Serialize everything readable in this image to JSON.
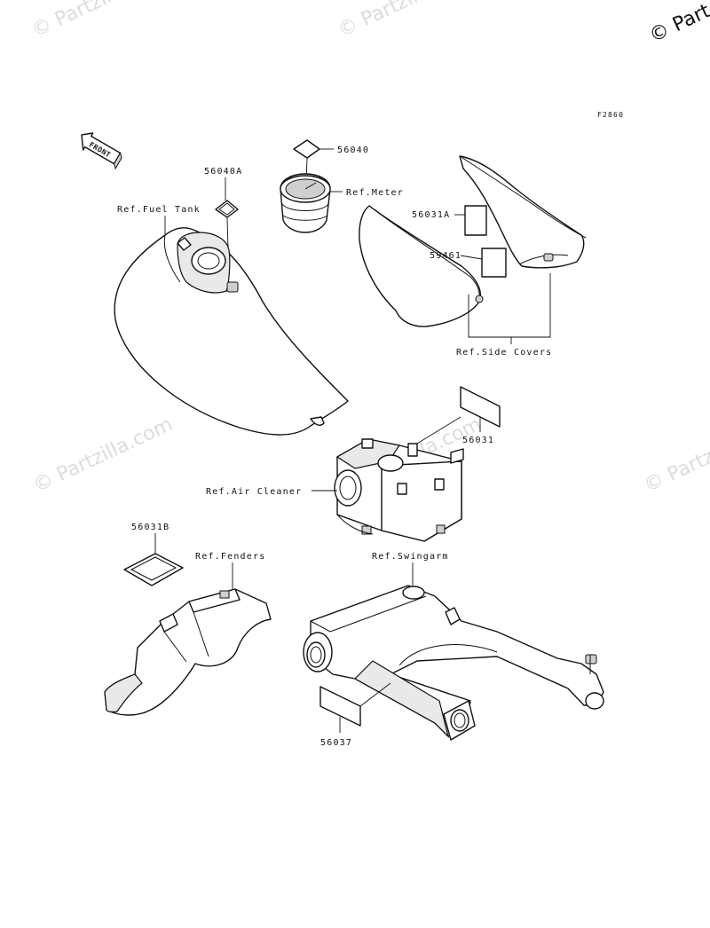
{
  "watermark": "© Partzilla.com",
  "copyright": "© Part",
  "figure_code": "F2860",
  "front_arrow": "FRONT",
  "labels": {
    "p56040A": "56040A",
    "p56040": "56040",
    "ref_meter": "Ref.Meter",
    "ref_fuel_tank": "Ref.Fuel Tank",
    "p56031A": "56031A",
    "p59461": "59461",
    "ref_side_covers": "Ref.Side Covers",
    "p56031": "56031",
    "ref_air_cleaner": "Ref.Air Cleaner",
    "p56031B": "56031B",
    "ref_fenders": "Ref.Fenders",
    "ref_swingarm": "Ref.Swingarm",
    "p56037": "56037"
  }
}
